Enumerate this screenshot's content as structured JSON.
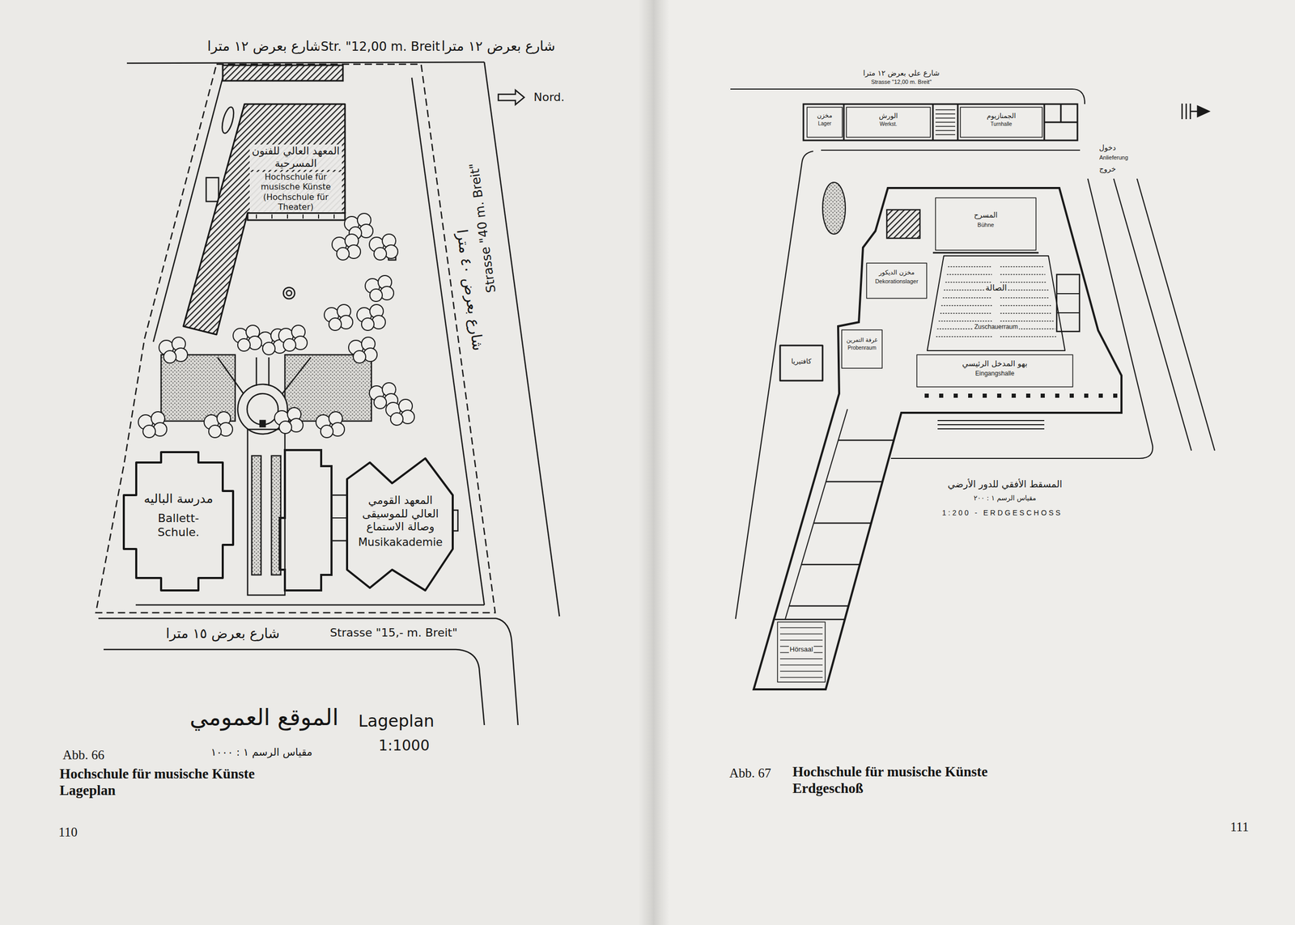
{
  "diagram": {
    "nodes": [
      {
        "text": [
          "المعهد العالي للفنون المسرحية",
          "Hochschule für musische Künste (Hochschule für Theater)"
        ]
      },
      {
        "text": [
          "مدرسة الباليه",
          "Ballett- Schule."
        ]
      },
      {
        "text": [
          "المعهد القومي العالي للموسيقى وصالة الاستماع",
          "Musikakademie"
        ]
      },
      {
        "text": [
          "مخزن",
          "Lager"
        ]
      },
      {
        "text": [
          "الورش",
          "Werkst."
        ]
      },
      {
        "text": [
          "الجمنازيوم",
          "Turnhalle"
        ]
      },
      {
        "text": [
          "المسرح",
          "Bühne"
        ]
      },
      {
        "text": [
          "مخزن الديكور",
          "Dekorationslager"
        ]
      },
      {
        "text": [
          "الصالة",
          "Zuschauerraum"
        ]
      },
      {
        "text": [
          "غرفة التمرين",
          "Probenraum"
        ]
      },
      {
        "text": [
          "بهو المدخل الرئيسي",
          "Eingangshalle"
        ]
      },
      {
        "text": [
          "كافتيريا"
        ]
      },
      {
        "text": [
          "Hörsaal"
        ]
      }
    ],
    "labels": [
      "شارع بعرض ١٢ مترا",
      "Str. \"12,00 m. Breit\"",
      "شارع بعرض ١٢ مترا",
      "Nord.",
      "شارع بعرض ٤٠ مترا",
      "Strasse \"40 m. Breit\"",
      "شارع بعرض ١٥ مترا",
      "Strasse \"15,- m. Breit\"",
      "الموقع العمومي",
      "Lageplan",
      "مقياس الرسم ١ : ١٠٠٠",
      "1:1000",
      "Abb. 66",
      "Hochschule für musische Künste Lageplan",
      "110",
      "شارع علي بعرض ١٢ مترا",
      "Strasse \"12,00 m. Breit\"",
      "دخول",
      "Anlieferung",
      "خروج",
      "المسقط الأفقي للدور الأرضي",
      "مقياس الرسم ١ : ٢٠٠",
      "1:200 - ERDGESCHOSS",
      "Abb. 67",
      "Hochschule für musische Künste Erdgeschoß",
      "111"
    ]
  }
}
